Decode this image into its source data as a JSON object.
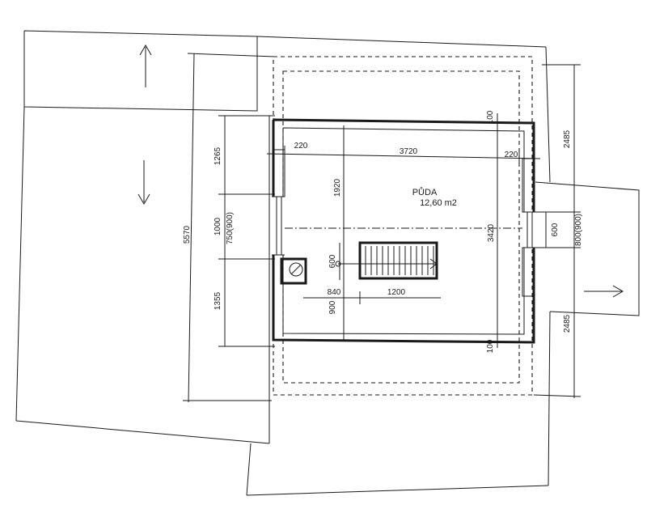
{
  "room": {
    "name": "PŮDA",
    "area": "12,60 m2"
  },
  "dims": {
    "left_top": "1265",
    "left_mid": "1000",
    "left_mid_alt": "750(900)",
    "left_bot": "1355",
    "overall_left": "5570",
    "inner_height": "1920",
    "inner_width": "3720",
    "wall_left": "220",
    "wall_right": "220",
    "wall_top": "100",
    "wall_bottom": "100",
    "stair_gap": "600",
    "stair_offset": "840",
    "stair_length": "1200",
    "stair_lower": "900",
    "room_depth": "3420",
    "right_top": "2485",
    "right_bot": "2485",
    "right_win": "600",
    "right_win_alt": "800(900)"
  },
  "icons": {
    "chimney": "chimney-symbol-icon"
  }
}
